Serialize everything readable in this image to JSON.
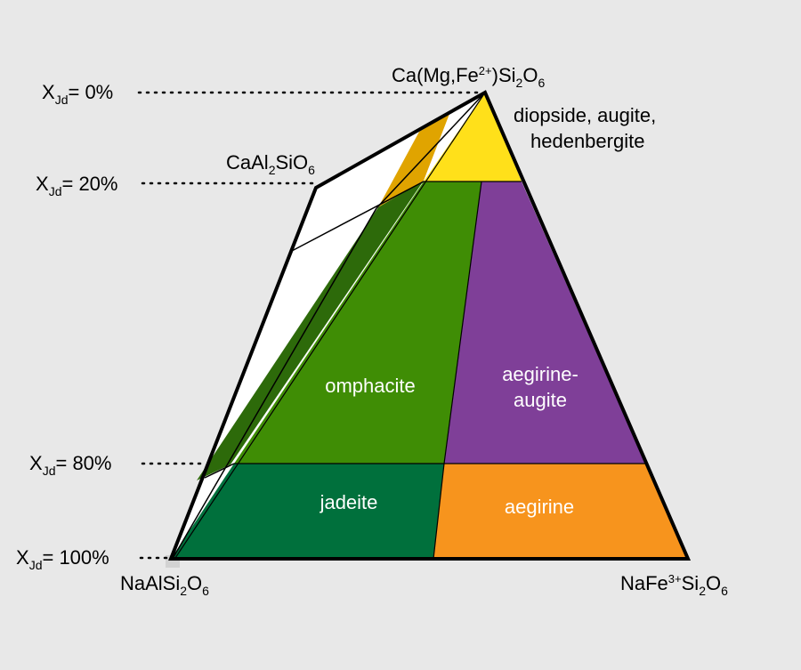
{
  "colors": {
    "background": "#e8e8e8",
    "diopside": "#ffe01a",
    "orange_band": "#e0a400",
    "dark_green_band": "#2d6a0a",
    "omphacite": "#3f8d05",
    "aegirine_augite": "#7f3f98",
    "jadeite": "#00703c",
    "aegirine": "#f7941d",
    "outline": "#000000"
  },
  "scale": {
    "levels": [
      {
        "pre": "X",
        "sub": "Jd",
        "post": "= 0%"
      },
      {
        "pre": "X",
        "sub": "Jd",
        "post": "= 20%"
      },
      {
        "pre": "X",
        "sub": "Jd",
        "post": "= 80%"
      },
      {
        "pre": "X",
        "sub": "Jd",
        "post": "= 100%"
      }
    ]
  },
  "vertices": {
    "top": {
      "t1": "Ca(Mg,Fe",
      "sup": "2+",
      "t2": ")Si",
      "sub1": "2",
      "t3": "O",
      "sub2": "6"
    },
    "left": {
      "t1": "NaAlSi",
      "sub1": "2",
      "t2": "O",
      "sub2": "6"
    },
    "right": {
      "t1": "NaFe",
      "sup": "3+",
      "t2": "Si",
      "sub1": "2",
      "t3": "O",
      "sub2": "6"
    },
    "upper_left": {
      "t1": "CaAl",
      "sub1": "2",
      "t2": "SiO",
      "sub2": "6"
    }
  },
  "regions": {
    "diopside": {
      "line1": "diopside, augite,",
      "line2": "hedenbergite"
    },
    "omphacite": "omphacite",
    "aegirine_augite": {
      "line1": "aegirine-",
      "line2": "augite"
    },
    "jadeite": "jadeite",
    "aegirine": "aegirine"
  }
}
